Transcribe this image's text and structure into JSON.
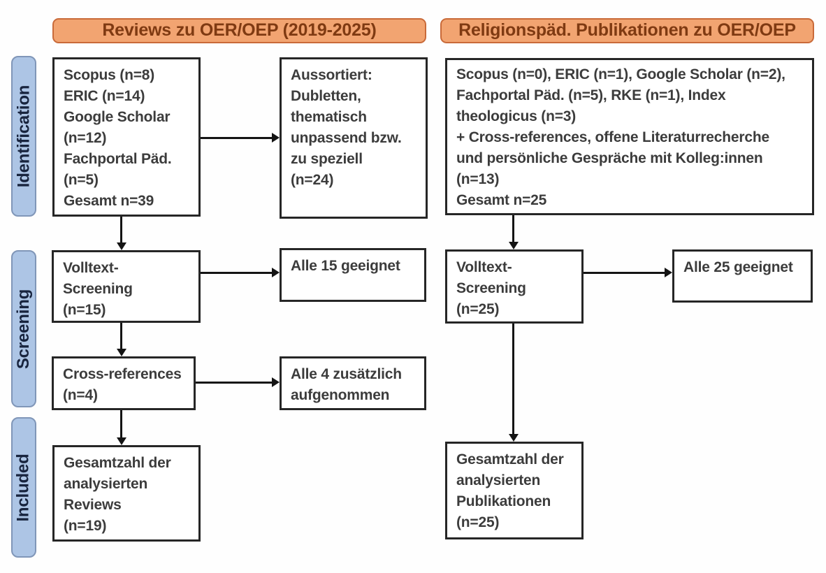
{
  "diagram": {
    "columns": [
      {
        "header": "Reviews zu OER/OEP (2019-2025)"
      },
      {
        "header": "Religionspäd. Publikationen zu OER/OEP"
      }
    ],
    "side_labels": [
      {
        "label": "Identification"
      },
      {
        "label": "Screening"
      },
      {
        "label": "Included"
      }
    ],
    "boxes": {
      "left_sources": "Scopus (n=8)\nERIC (n=14)\nGoogle Scholar\n(n=12)\nFachportal Päd.\n(n=5)\nGesamt n=39",
      "left_excluded": "Aussortiert:\nDubletten,\nthematisch\nunpassend bzw.\nzu speziell\n(n=24)",
      "left_fulltext": "Volltext-\nScreening\n(n=15)",
      "left_fulltext_result": "Alle 15 geeignet",
      "left_crossref": "Cross-references\n(n=4)",
      "left_crossref_result": "Alle 4 zusätzlich\naufgenommen",
      "left_included": "Gesamtzahl der\nanalysierten\nReviews\n(n=19)",
      "right_sources": "Scopus (n=0), ERIC (n=1), Google Scholar (n=2),\nFachportal Päd. (n=5), RKE (n=1), Index\ntheologicus (n=3)\n+ Cross-references, offene Literaturrecherche\nund persönliche Gespräche mit Kolleg:innen\n(n=13)\nGesamt n=25",
      "right_fulltext": "Volltext-\nScreening\n(n=25)",
      "right_fulltext_result": "Alle 25 geeignet",
      "right_included": "Gesamtzahl der\nanalysierten\nPublikationen\n(n=25)"
    },
    "colors": {
      "header_fill": "#F2A471",
      "header_border": "#C96A39",
      "header_text": "#7F3A12",
      "side_fill": "#ADC5E5",
      "side_border": "#8096B8",
      "side_text": "#18243E",
      "box_border": "#262626",
      "box_text": "#3C3C3C",
      "arrow": "#141414"
    }
  }
}
